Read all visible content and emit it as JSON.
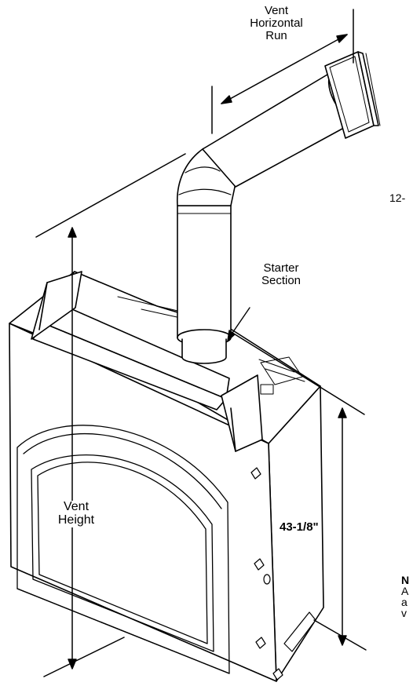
{
  "labels": {
    "vent_horizontal_run": [
      "Vent",
      "Horizontal",
      "Run"
    ],
    "starter_section": [
      "Starter",
      "Section"
    ],
    "vent_height": [
      "Vent",
      "Height"
    ],
    "dimension": "43-1/8\"",
    "partial_right_number": "12-",
    "partial_note_heading": "N",
    "partial_note_lines": [
      "A",
      "a",
      "v"
    ]
  }
}
